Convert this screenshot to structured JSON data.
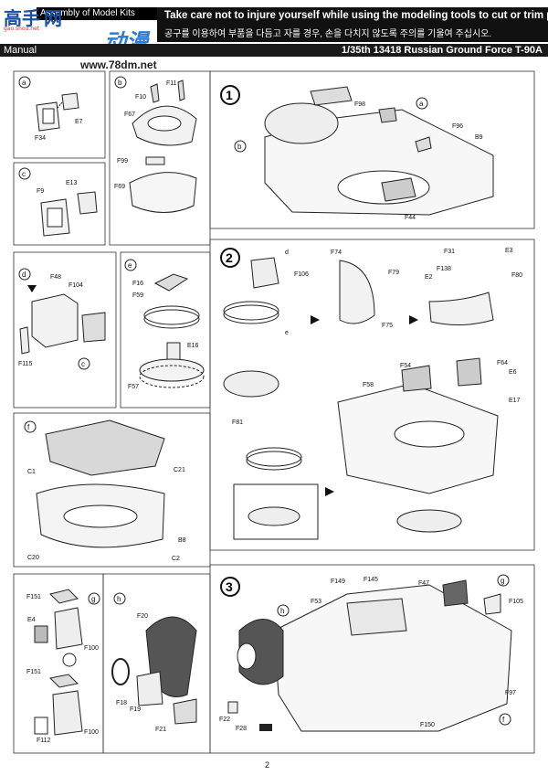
{
  "header": {
    "subtitle": "Assembly of Model Kits",
    "warning_en": "Take care not to injure yourself while using the modeling tools to cut or trim parts.",
    "warning_ko": "공구를 이용하여 부품을 다듬고 자를 경우, 손을 다치지 않도록 주의를 기울여 주십시오.",
    "manual_label": "Manual",
    "model_title": "1/35th 13418 Russian Ground Force T-90A"
  },
  "watermark": {
    "site_chars": "高手",
    "logo_chars": "网",
    "anim_chars": "动漫",
    "url": "www.78dm.net",
    "small_url": "gao.shou.net"
  },
  "steps": {
    "s1": "1",
    "s2": "2",
    "s3": "3"
  },
  "subassemblies": {
    "a": {
      "tag": "a",
      "parts": [
        "F34",
        "E7"
      ]
    },
    "b": {
      "tag": "b",
      "parts": [
        "F10",
        "F11",
        "F67",
        "F99",
        "F69"
      ]
    },
    "c": {
      "tag": "c",
      "parts": [
        "F9",
        "E13"
      ]
    },
    "d": {
      "tag": "d",
      "parts": [
        "F48",
        "F104",
        "F115",
        "c"
      ]
    },
    "e": {
      "tag": "e",
      "parts": [
        "F16",
        "F59",
        "E16",
        "F57"
      ]
    },
    "f": {
      "tag": "f",
      "parts": [
        "C1",
        "C21",
        "C20",
        "B8",
        "C2"
      ]
    },
    "g": {
      "tag": "g",
      "parts": [
        "F151",
        "E4",
        "F100",
        "F151",
        "F112",
        "F100"
      ]
    },
    "h": {
      "tag": "h",
      "parts": [
        "F20",
        "F18",
        "F19",
        "F21"
      ]
    }
  },
  "step1_parts": [
    "F98",
    "a",
    "b",
    "F96",
    "B9",
    "F44"
  ],
  "step2_parts": [
    "d",
    "F106",
    "e",
    "F74",
    "F79",
    "F75",
    "F31",
    "E3",
    "F138",
    "E2",
    "F80",
    "F54",
    "F64",
    "E6",
    "F58",
    "E17",
    "F81"
  ],
  "step3_parts": [
    "F149",
    "F145",
    "F47",
    "g",
    "F105",
    "h",
    "F53",
    "F150",
    "F97",
    "f",
    "F22",
    "F28"
  ],
  "footer": {
    "page": "2"
  }
}
